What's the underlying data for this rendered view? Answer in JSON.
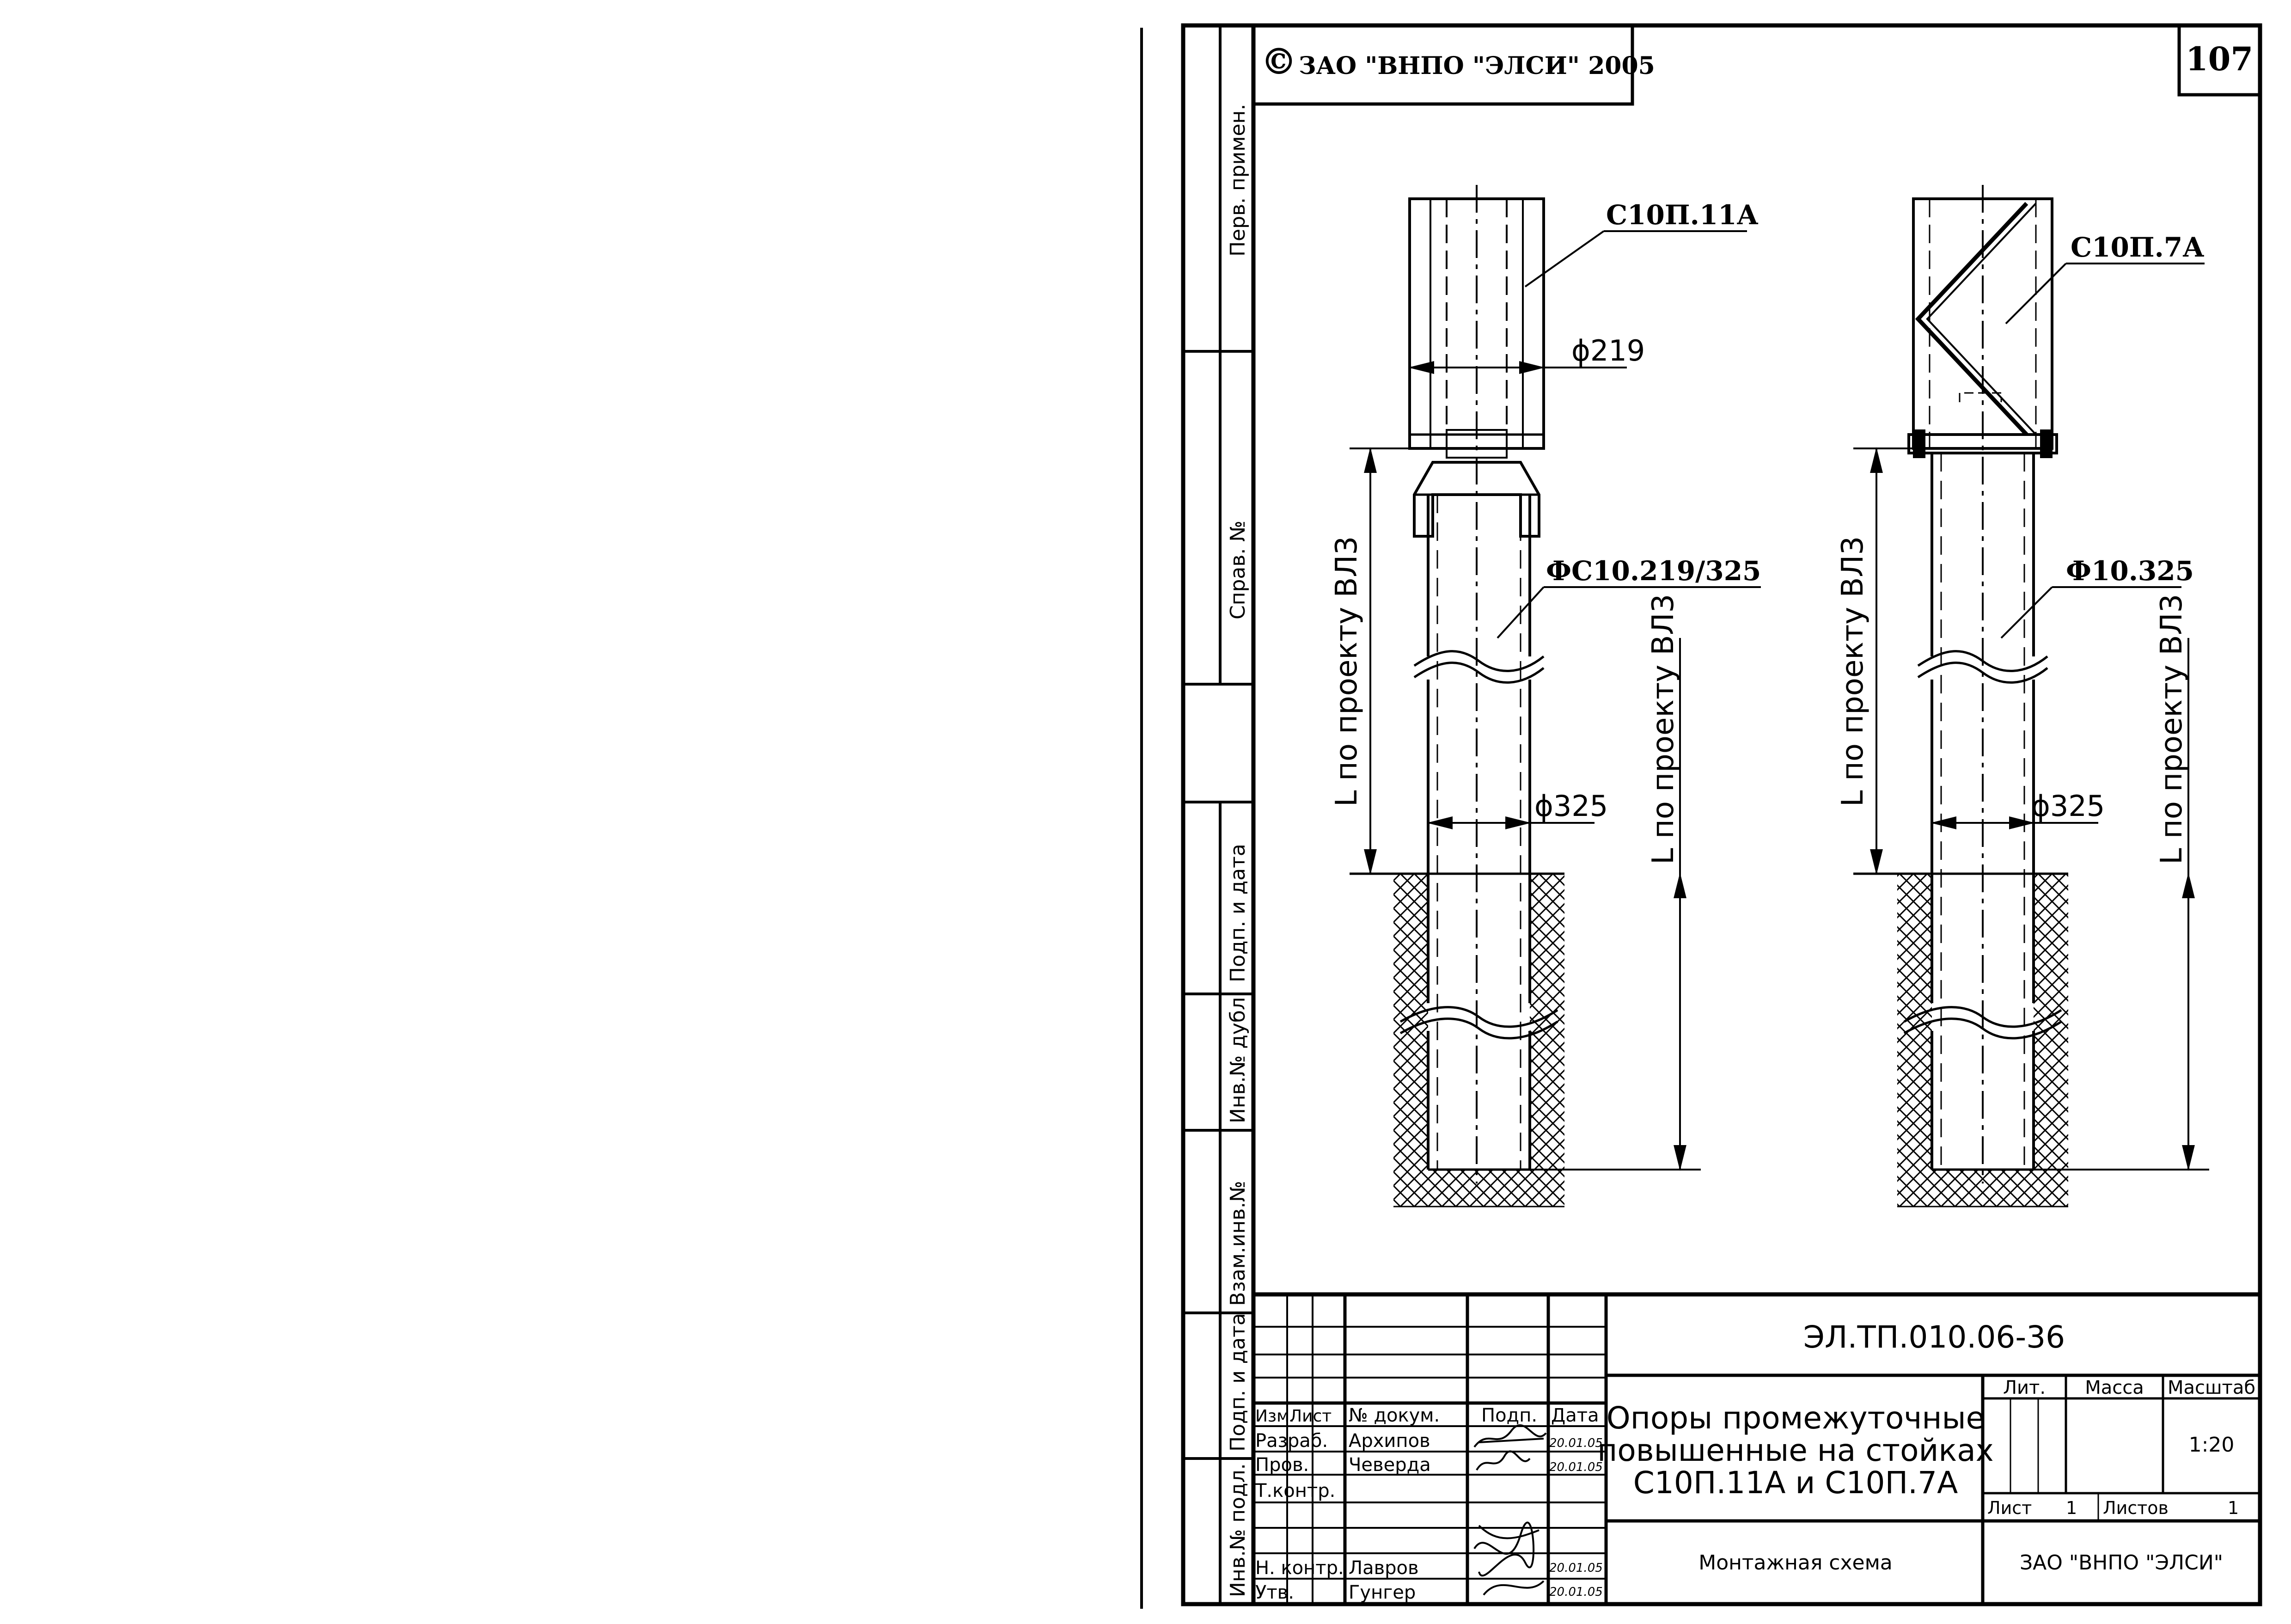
{
  "header": {
    "copyright_symbol": "©",
    "copyright_text": "ЗАО \"ВНПО \"ЭЛСИ\" 2005",
    "sheet_number": "107"
  },
  "side_strip": {
    "perv_primen": "Перв. примен.",
    "sprav_no": "Справ. №",
    "podp_i_data_1": "Подп. и дата",
    "inv_no_dubl": "Инв.№ дубл.",
    "vzam_inv_no": "Взам.инв.№",
    "podp_i_data_2": "Подп. и дата",
    "inv_no_podl": "Инв.№ подл."
  },
  "pole_left": {
    "stand_label": "С10П.11А",
    "top_diameter": "ϕ219",
    "foundation_label": "ФС10.219/325",
    "bottom_diameter": "ϕ325",
    "length_label": "L по проекту ВЛ3",
    "depth_label": "L по проекту ВЛ3"
  },
  "pole_right": {
    "stand_label": "С10П.7А",
    "foundation_label": "Ф10.325",
    "bottom_diameter": "ϕ325",
    "length_label": "L по проекту ВЛ3",
    "depth_label": "L по проекту ВЛ3"
  },
  "title_block": {
    "doc_code": "ЭЛ.ТП.010.06-36",
    "title_lines": [
      "Опоры промежуточные",
      "повышенные  на стойках",
      "С10П.11А и С10П.7А"
    ],
    "subtitle": "Монтажная схема",
    "organization": "ЗАО \"ВНПО \"ЭЛСИ\"",
    "col_izm": "Изм.",
    "col_list": "Лист",
    "col_doc": "№ докум.",
    "col_podp": "Подп.",
    "col_data": "Дата",
    "lit_label": "Лит.",
    "massa_label": "Масса",
    "masshtab_label": "Масштаб",
    "scale_value": "1:20",
    "list_label": "Лист",
    "list_value": "1",
    "listov_label": "Листов",
    "listov_value": "1",
    "roles": [
      {
        "role": "Разраб.",
        "name": "Архипов",
        "date": "20.01.05"
      },
      {
        "role": "Пров.",
        "name": "Чеверда",
        "date": "20.01.05"
      },
      {
        "role": "Т.контр.",
        "name": "",
        "date": ""
      },
      {
        "role": "",
        "name": "",
        "date": ""
      },
      {
        "role": "Н. контр.",
        "name": "Лавров",
        "date": "20.01.05"
      },
      {
        "role": "Утв.",
        "name": "Гунгер",
        "date": "20.01.05"
      }
    ]
  }
}
